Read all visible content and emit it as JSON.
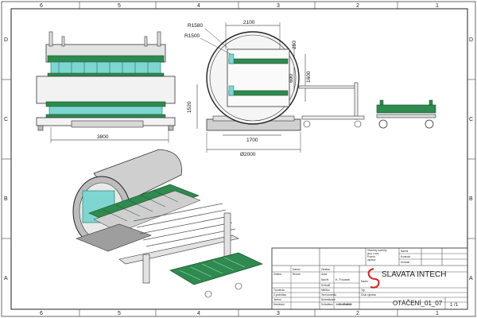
{
  "drawing": {
    "company": "SLAVATA INTECH",
    "drawing_name": "OTÁČENÍ_01_07",
    "sheet": "1 /1"
  },
  "zones": {
    "columns": [
      "6",
      "5",
      "4",
      "3",
      "2",
      "1"
    ],
    "rows": [
      "D",
      "C",
      "B",
      "A"
    ]
  },
  "dimensions": {
    "front_width": "3800",
    "top_width": "2100",
    "r_outer": "R1580",
    "r_inner": "R1500",
    "d_250": "250",
    "d_600": "600",
    "d_1600": "1600",
    "d_1520": "1520",
    "d_1700": "1700",
    "diameter": "Ø2000"
  },
  "title_block": {
    "notes": [
      "Všechny rozměry",
      "jsou v mm",
      "Povrch.",
      "úprava:"
    ],
    "rev_labels": [
      "Navrhl",
      "Kontrola",
      "Schválil"
    ],
    "left_labels": [
      "Změna",
      "Datum",
      "Revize",
      "Zkratka"
    ],
    "row_labels": [
      "Autor",
      "Navrhl",
      "Schválil",
      "T.kontrola",
      "Z.prohlídka",
      "Jméno",
      "Hmotnost"
    ],
    "author": "K. Fousek",
    "fields": [
      "Měřítko",
      "Tech.kontrola",
      "Normalizace",
      "Schváleno",
      "Jméno/Datum"
    ],
    "date": "20. 06.2020",
    "right_labels": [
      "Název",
      "Typ",
      "Číslo výkresu"
    ]
  }
}
